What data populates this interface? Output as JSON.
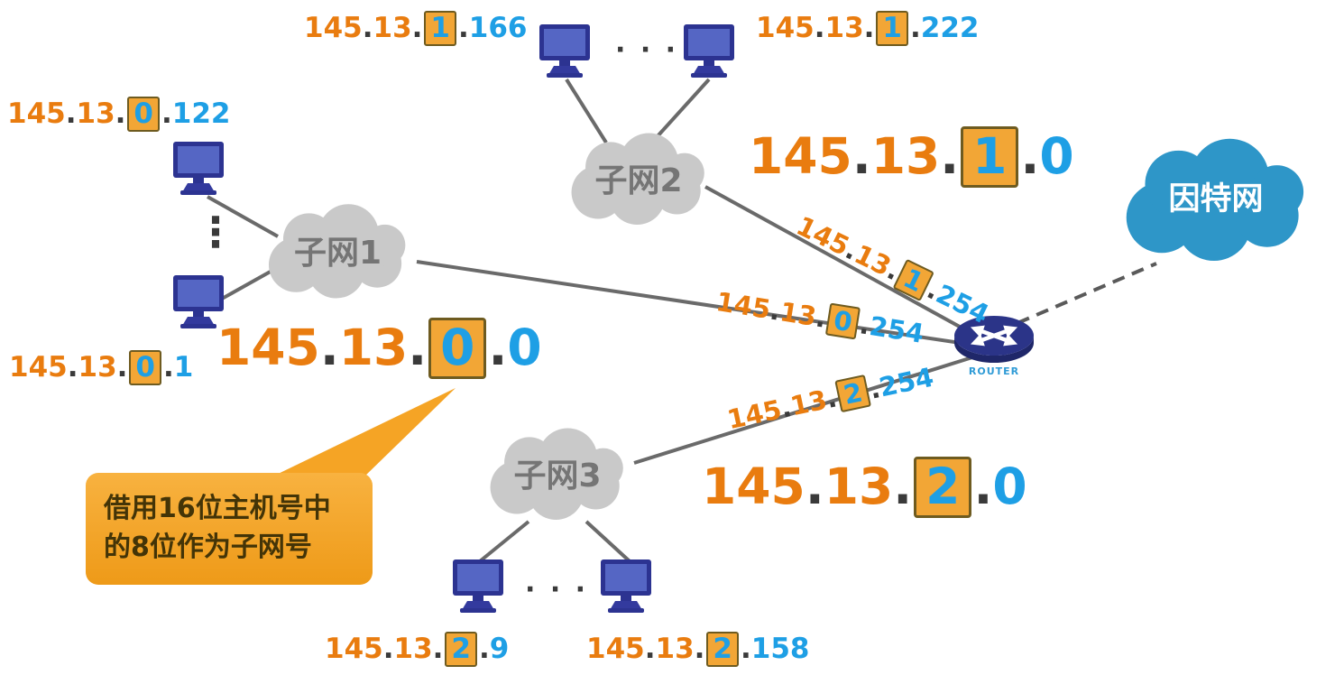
{
  "colors": {
    "accent_orange": "#E97C0F",
    "accent_blue": "#1E9FE5",
    "octet_box_bg": "#F2A636",
    "octet_box_border": "#6E5B20",
    "cloud_gray": "#C9C9C9",
    "cloud_label_gray": "#757575",
    "internet_blue": "#2E96C8",
    "line_gray": "#6A6A6A",
    "callout_orange": "#F5A425",
    "computer_navy": "#2C3391"
  },
  "dot": ".",
  "ips": {
    "sub1_host_top": {
      "a": "145",
      "b": "13",
      "octet": "0",
      "host": "122"
    },
    "sub1_host_bottom": {
      "a": "145",
      "b": "13",
      "octet": "0",
      "host": "1"
    },
    "sub1_network": {
      "a": "145",
      "b": "13",
      "octet": "0",
      "host": "0"
    },
    "sub2_host_left": {
      "a": "145",
      "b": "13",
      "octet": "1",
      "host": "166"
    },
    "sub2_host_right": {
      "a": "145",
      "b": "13",
      "octet": "1",
      "host": "222"
    },
    "sub2_network": {
      "a": "145",
      "b": "13",
      "octet": "1",
      "host": "0"
    },
    "sub3_host_left": {
      "a": "145",
      "b": "13",
      "octet": "2",
      "host": "9"
    },
    "sub3_host_right": {
      "a": "145",
      "b": "13",
      "octet": "2",
      "host": "158"
    },
    "sub3_network": {
      "a": "145",
      "b": "13",
      "octet": "2",
      "host": "0"
    },
    "router_if_sub1": {
      "a": "145",
      "b": "13",
      "octet": "0",
      "host": "254"
    },
    "router_if_sub2": {
      "a": "145",
      "b": "13",
      "octet": "1",
      "host": "254"
    },
    "router_if_sub3": {
      "a": "145",
      "b": "13",
      "octet": "2",
      "host": "254"
    }
  },
  "clouds": {
    "subnet1": "子网1",
    "subnet2": "子网2",
    "subnet3": "子网3",
    "internet": "因特网"
  },
  "router": {
    "label": "ROUTER"
  },
  "callout": {
    "line1": "借用16位主机号中",
    "line2": "的8位作为子网号"
  },
  "ellipsis_h": "· · ·",
  "ellipsis_v": "⋮"
}
